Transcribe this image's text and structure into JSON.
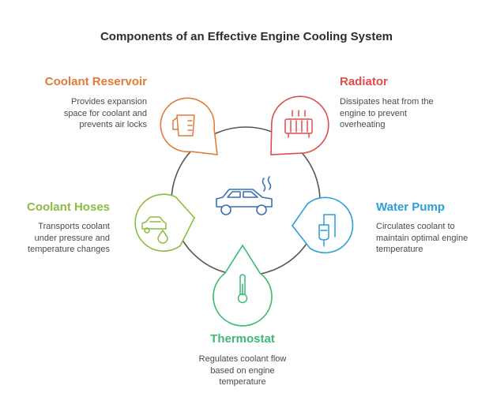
{
  "title": "Components of an Effective Engine Cooling System",
  "colors": {
    "reservoir": "#e07b39",
    "radiator": "#e04b4b",
    "pump": "#2b9fd8",
    "thermostat": "#3cba73",
    "hoses": "#8cbc3f",
    "center_ring": "#555555",
    "car_icon": "#3b6fb6"
  },
  "components": {
    "reservoir": {
      "label": "Coolant Reservoir",
      "description": "Provides expansion\nspace for coolant and\nprevents air locks",
      "icon": "measuring-cup-icon"
    },
    "radiator": {
      "label": "Radiator",
      "description": "Dissipates heat from the\nengine to prevent\noverheating",
      "icon": "radiator-icon"
    },
    "pump": {
      "label": "Water Pump",
      "description": "Circulates coolant to\nmaintain optimal engine\ntemperature",
      "icon": "iv-drip-icon"
    },
    "thermostat": {
      "label": "Thermostat",
      "description": "Regulates coolant flow\nbased on engine\ntemperature",
      "icon": "thermometer-icon"
    },
    "hoses": {
      "label": "Coolant Hoses",
      "description": "Transports coolant\nunder pressure and\ntemperature changes",
      "icon": "car-oil-drop-icon"
    }
  },
  "center": {
    "icon": "car-overheating-icon"
  }
}
